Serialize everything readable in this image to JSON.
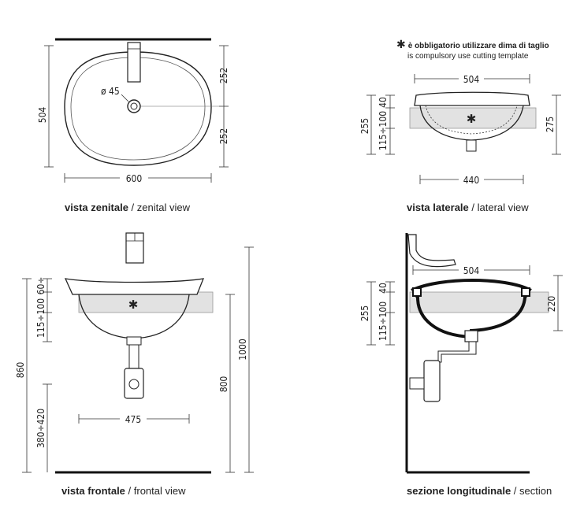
{
  "views": {
    "zenital": {
      "caption_bold": "vista zenitale",
      "caption_sep": " / ",
      "caption_rest": "zenital view",
      "dims": {
        "height": "504",
        "top_half": "252",
        "bottom_half": "252",
        "width": "600",
        "hole": "ø 45"
      }
    },
    "lateral": {
      "caption_bold": "vista laterale",
      "caption_sep": " / ",
      "caption_rest": "lateral view",
      "note_bold": "è obbligatorio utilizzare dima di taglio",
      "note_rest": "is compulsory use cutting template",
      "note_symbol": "✱",
      "dims": {
        "top_width": "504",
        "bottom_width": "440",
        "h_255": "255",
        "h_40": "40",
        "h_100": "115÷100",
        "h_275": "275"
      }
    },
    "frontal": {
      "caption_bold": "vista frontale",
      "caption_sep": " / ",
      "caption_rest": "frontal view",
      "dims": {
        "h_860": "860",
        "h_60": "60÷",
        "h_100": "115÷100",
        "h_380": "380÷420",
        "w_475": "475",
        "h_800": "800",
        "h_1000": "1000"
      }
    },
    "section": {
      "caption_bold": "sezione longitudinale",
      "caption_sep": " / ",
      "caption_rest": "section",
      "dims": {
        "top_width": "504",
        "h_255": "255",
        "h_40": "40",
        "h_100": "115÷100",
        "h_220": "220"
      }
    }
  },
  "symbols": {
    "template_mark": "✱"
  }
}
